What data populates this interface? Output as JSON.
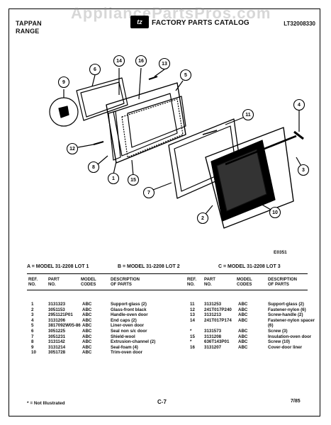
{
  "header": {
    "brand_line1": "TAPPAN",
    "brand_line2": "RANGE",
    "logo_text": "tz",
    "center_title": "FACTORY PARTS CATALOG",
    "catalog_code": "LT32008330"
  },
  "watermark": "AppliancePartsPros.com",
  "figure_id": "E0351",
  "callouts": [
    "9",
    "6",
    "14",
    "16",
    "13",
    "5",
    "4",
    "11",
    "12",
    "8",
    "1",
    "15",
    "7",
    "3",
    "2",
    "10"
  ],
  "models": {
    "a": "A = MODEL 31-2208 LOT 1",
    "b": "B = MODEL 31-2208 LOT 2",
    "c": "C = MODEL 31-2208 LOT 3"
  },
  "table": {
    "headers": {
      "ref_no": [
        "REF.",
        "NO."
      ],
      "part_no": [
        "PART",
        "NO."
      ],
      "model_codes": [
        "MODEL",
        "CODES"
      ],
      "description": [
        "DESCRIPTION",
        "OF PARTS"
      ]
    },
    "left": [
      {
        "ref": "1",
        "part": "3131323",
        "codes": "ABC",
        "desc": "Support-glass (2)"
      },
      {
        "ref": "2",
        "part": "3051153",
        "codes": "ABC",
        "desc": "Glass-front black"
      },
      {
        "ref": "3",
        "part": "2951121P01",
        "codes": "ABC",
        "desc": "Handle-oven door"
      },
      {
        "ref": "4",
        "part": "3131206",
        "codes": "ABC",
        "desc": "End caps (2)"
      },
      {
        "ref": "5",
        "part": "3817092W05-86",
        "codes": "ABC",
        "desc": "Liner-oven door"
      },
      {
        "ref": "6",
        "part": "3051225",
        "codes": "ABC",
        "desc": "Seal non s/c door"
      },
      {
        "ref": "7",
        "part": "3051231",
        "codes": "ABC",
        "desc": "Shield-wool"
      },
      {
        "ref": "8",
        "part": "3131142",
        "codes": "ABC",
        "desc": "Extrusion-channel (2)"
      },
      {
        "ref": "9",
        "part": "3131214",
        "codes": "ABC",
        "desc": "Seal-foam (4)"
      },
      {
        "ref": "10",
        "part": "3051728",
        "codes": "ABC",
        "desc": "Trim-oven door"
      }
    ],
    "right": [
      {
        "ref": "11",
        "part": "3131253",
        "codes": "ABC",
        "desc": "Support-glass (2)"
      },
      {
        "ref": "12",
        "part": "241T017P240",
        "codes": "ABC",
        "desc": "Fastener-nylon (6)"
      },
      {
        "ref": "13",
        "part": "3131213",
        "codes": "ABC",
        "desc": "Screw-handle (2)"
      },
      {
        "ref": "14",
        "part": "241T017P174",
        "codes": "ABC",
        "desc": "Fastener-nylon spacer"
      },
      {
        "ref": "",
        "part": "",
        "codes": "",
        "desc": "(6)"
      },
      {
        "ref": "*",
        "part": "3131573",
        "codes": "ABC",
        "desc": "Screw (3)"
      },
      {
        "ref": "15",
        "part": "3131208",
        "codes": "ABC",
        "desc": "Insulation-oven door"
      },
      {
        "ref": "*",
        "part": "636T143P01",
        "codes": "ABC",
        "desc": "Screw (10)"
      },
      {
        "ref": "16",
        "part": "3131207",
        "codes": "ABC",
        "desc": "Cover-door liner"
      }
    ]
  },
  "footer": {
    "note": "* = Not Illustrated",
    "page": "C-7",
    "date": "7/85"
  }
}
